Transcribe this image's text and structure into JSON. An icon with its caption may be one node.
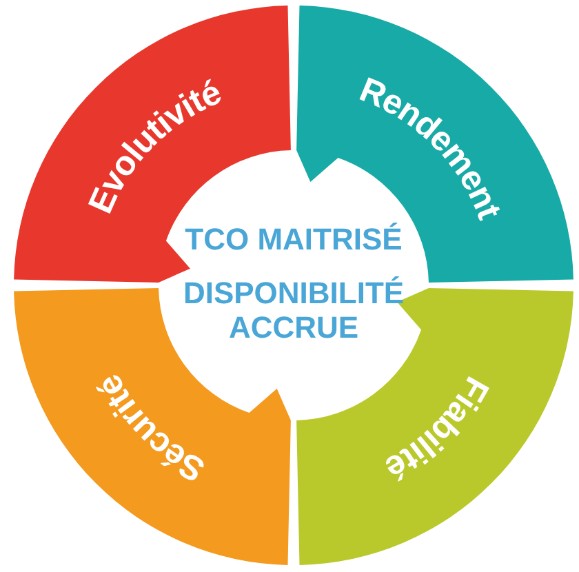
{
  "diagram": {
    "nodes": [
      {
        "text": [
          "Evolutivité"
        ]
      },
      {
        "text": [
          "Rendement"
        ]
      },
      {
        "text": [
          "TCO MAITRISÉ",
          "DISPONIBILITÉ ACCRUE"
        ]
      },
      {
        "text": [
          "Sécurité"
        ]
      },
      {
        "text": [
          "Fiabilité"
        ]
      }
    ]
  }
}
